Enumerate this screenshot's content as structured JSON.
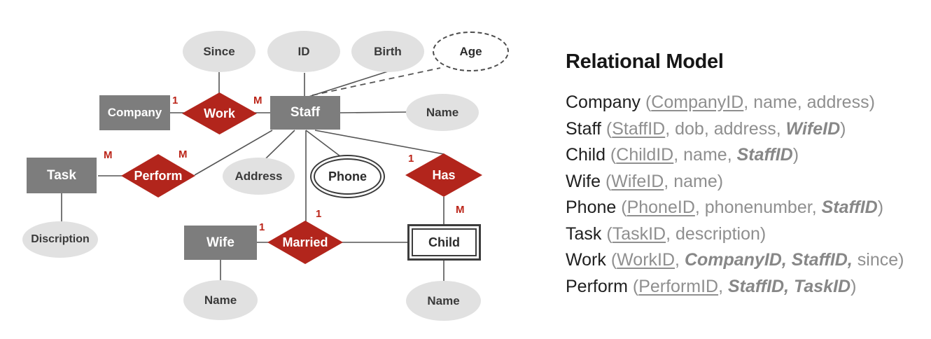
{
  "diagram": {
    "entities": [
      {
        "id": "company",
        "label": "Company"
      },
      {
        "id": "staff",
        "label": "Staff"
      },
      {
        "id": "task",
        "label": "Task"
      },
      {
        "id": "wife",
        "label": "Wife"
      },
      {
        "id": "child",
        "label": "Child",
        "weak": true
      }
    ],
    "relationships": [
      {
        "id": "work",
        "label": "Work"
      },
      {
        "id": "perform",
        "label": "Perform"
      },
      {
        "id": "has",
        "label": "Has"
      },
      {
        "id": "married",
        "label": "Married"
      }
    ],
    "attributes": [
      {
        "id": "since",
        "label": "Since"
      },
      {
        "id": "id",
        "label": "ID"
      },
      {
        "id": "birth",
        "label": "Birth"
      },
      {
        "id": "age",
        "label": "Age",
        "derived": true
      },
      {
        "id": "name-staff",
        "label": "Name"
      },
      {
        "id": "address",
        "label": "Address"
      },
      {
        "id": "phone",
        "label": "Phone",
        "multivalued": true
      },
      {
        "id": "discription",
        "label": "Discription"
      },
      {
        "id": "name-wife",
        "label": "Name"
      },
      {
        "id": "name-child",
        "label": "Name"
      }
    ],
    "cardinalities": [
      {
        "label": "1",
        "edge": "Company-Work"
      },
      {
        "label": "M",
        "edge": "Work-Staff"
      },
      {
        "label": "M",
        "edge": "Task-Perform"
      },
      {
        "label": "M",
        "edge": "Perform-Staff"
      },
      {
        "label": "1",
        "edge": "Staff-Has"
      },
      {
        "label": "M",
        "edge": "Has-Child"
      },
      {
        "label": "1",
        "edge": "Staff-Married"
      },
      {
        "label": "1",
        "edge": "Wife-Married"
      }
    ]
  },
  "panel": {
    "title": "Relational Model",
    "relations": [
      {
        "name": "Company",
        "attrs": [
          {
            "text": "CompanyID",
            "pk": true
          },
          {
            "text": "name"
          },
          {
            "text": "address"
          }
        ]
      },
      {
        "name": "Staff",
        "attrs": [
          {
            "text": "StaffID",
            "pk": true
          },
          {
            "text": "dob"
          },
          {
            "text": "address"
          },
          {
            "text": "WifeID",
            "fk": true
          }
        ]
      },
      {
        "name": "Child",
        "attrs": [
          {
            "text": "ChildID",
            "pk": true
          },
          {
            "text": "name"
          },
          {
            "text": "StaffID",
            "fk": true
          }
        ]
      },
      {
        "name": "Wife",
        "attrs": [
          {
            "text": "WifeID",
            "pk": true
          },
          {
            "text": "name"
          }
        ]
      },
      {
        "name": "Phone",
        "attrs": [
          {
            "text": "PhoneID",
            "pk": true
          },
          {
            "text": "phonenumber"
          },
          {
            "text": "StaffID",
            "fk": true
          }
        ]
      },
      {
        "name": "Task",
        "attrs": [
          {
            "text": "TaskID",
            "pk": true
          },
          {
            "text": "description"
          }
        ]
      },
      {
        "name": "Work",
        "attrs": [
          {
            "text": "WorkID",
            "pk": true
          },
          {
            "text": "CompanyID",
            "fk": true
          },
          {
            "text": "StaffID",
            "fk": true
          },
          {
            "text": "since"
          }
        ]
      },
      {
        "name": "Perform",
        "attrs": [
          {
            "text": "PerformID",
            "pk": true
          },
          {
            "text": "StaffID",
            "fk": true
          },
          {
            "text": "TaskID",
            "fk": true
          }
        ]
      }
    ]
  },
  "colors": {
    "entity_fill": "#7d7d7d",
    "relation_fill": "#b2251c",
    "attr_fill": "#e1e1e1",
    "card_red": "#bb2418",
    "line": "#555555",
    "outline": "#3c3c3c",
    "title_ink": "#161616",
    "name_ink": "#1f1f1f",
    "attr_ink": "#8f8f8f",
    "shape_ink": "#3a3a3a"
  }
}
